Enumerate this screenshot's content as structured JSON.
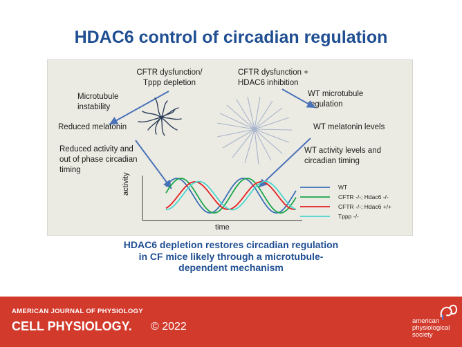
{
  "title": "HDAC6 control of circadian regulation",
  "left_labels": {
    "cftr_dysfunction": "CFTR dysfunction/\nTppp depletion",
    "microtubule": "Microtubule\ninstability",
    "melatonin": "Reduced melatonin",
    "activity": "Reduced activity and\nout of phase circadian\ntiming"
  },
  "right_labels": {
    "cftr_hdac6": "CFTR dysfunction +\nHDAC6 inhibition",
    "microtubule": "WT microtubule\nregulation",
    "melatonin": "WT melatonin levels",
    "activity": "WT activity levels and\ncircadian timing"
  },
  "graph": {
    "ylabel": "activity",
    "xlabel": "time",
    "legend": [
      {
        "label": "WT",
        "color": "#3b6fb6"
      },
      {
        "label": "CFTR -/-; Hdac6 -/-",
        "color": "#1aa64a"
      },
      {
        "label": "CFTR -/-; Hdac6 +/+",
        "color": "#e02020"
      },
      {
        "label": "Tppp -/-",
        "color": "#47d6cf"
      }
    ]
  },
  "conclusion": "HDAC6 depletion restores circadian regulation\nin CF mice likely through a microtubule-\ndependent mechanism",
  "footer": {
    "journal_top": "AMERICAN JOURNAL OF PHYSIOLOGY",
    "journal_main": "CELL PHYSIOLOGY.",
    "year": "© 2022",
    "society": "american\nphysiological\nsociety"
  }
}
